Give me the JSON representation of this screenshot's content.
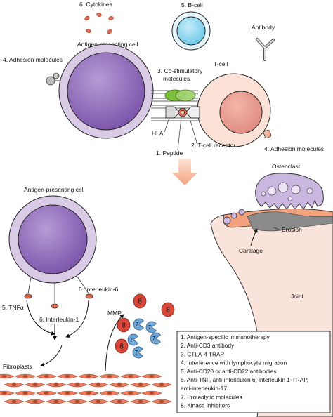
{
  "top": {
    "cytokines": "6. Cytokines",
    "b_cell": "5. B-cell",
    "antibody": "Antibody",
    "apc_title": "Antigen-presenting cell",
    "adhesion_left": "4. Adhesion molecules",
    "costim_line1": "3. Co-stimulatory",
    "costim_line2": "molecules",
    "t_cell": "T-cell",
    "hla": "HLA",
    "peptide": "1. Peptide",
    "tcr": "2. T-cell receptor",
    "adhesion_right": "4. Adhesion molecules"
  },
  "bottom": {
    "apc_title": "Antigen-presenting cell",
    "tnf": "5. TNFα",
    "il1": "6. Interleukin-1",
    "il6": "6. Interleukin-6",
    "mmp": "MMP",
    "fibroplasts": "Fibroplasts",
    "osteoclast": "Osteoclast",
    "erosion": "Erosion",
    "cartilage": "Cartilage",
    "joint": "Joint",
    "mmp_badges": [
      "8",
      "8",
      "8",
      "8",
      "7",
      "7",
      "7",
      "7",
      "7"
    ]
  },
  "legend": [
    "1. Antigen-specific immunotherapy",
    "2. Anti-CD3 antibody",
    "3. CTLA-4 TRAP",
    "4. Interference with lymphocyte migration",
    "5. Anti-CD20 or anti-CD22 antibodies",
    "6. Anti-TNF, anti-interleukin 6, interleukin 1-TRAP,",
    "    anti-interleukin-17",
    "7. Proteolytic molecules",
    "8. Kinase inhibitors"
  ],
  "colors": {
    "apc_outer": "#d9cbe6",
    "apc_nucleus": "#8c64b8",
    "t_cell": "#f6c9b8",
    "t_nucleus": "#e9938a",
    "b_cell": "#6cc8ea",
    "cytokine": "#e06a4e",
    "costim": "#7bbf3a",
    "osteoclast": "#c9b7df",
    "joint": "#f9e3da",
    "fibroblast": "#ef7d5f",
    "mmp_red": "#d8473a",
    "mmp_blue": "#6fa8d8"
  }
}
